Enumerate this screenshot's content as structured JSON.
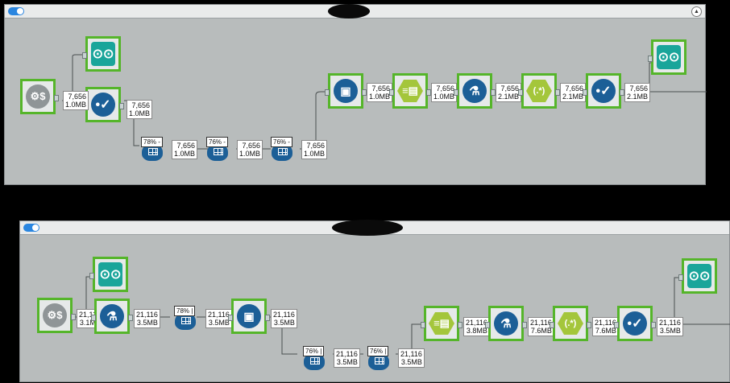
{
  "workflow_top": {
    "badges": [
      {
        "rows": "7,656",
        "size": "1.0MB"
      },
      {
        "rows": "7,656",
        "size": "1.0MB"
      },
      {
        "rows": "7,656",
        "size": "1.0MB"
      },
      {
        "rows": "7,656",
        "size": "1.0MB"
      },
      {
        "rows": "7,656",
        "size": "1.0MB"
      },
      {
        "rows": "7,656",
        "size": "1.0MB"
      },
      {
        "rows": "7,656",
        "size": "1.0MB"
      },
      {
        "rows": "7,656",
        "size": "2.1MB"
      },
      {
        "rows": "7,656",
        "size": "2.1MB"
      },
      {
        "rows": "7,656",
        "size": "2.1MB"
      }
    ],
    "samples": [
      "78% -",
      "76% -",
      "76% -"
    ]
  },
  "workflow_bottom": {
    "badges": [
      {
        "rows": "21,116",
        "size": "3.1MB"
      },
      {
        "rows": "21,116",
        "size": "3.5MB"
      },
      {
        "rows": "21,116",
        "size": "3.5MB"
      },
      {
        "rows": "21,116",
        "size": "3.5MB"
      },
      {
        "rows": "21,116",
        "size": "3.5MB"
      },
      {
        "rows": "21,116",
        "size": "3.5MB"
      },
      {
        "rows": "21,116",
        "size": "3.8MB"
      },
      {
        "rows": "21,116",
        "size": "7.6MB"
      },
      {
        "rows": "21,116",
        "size": "7.6MB"
      },
      {
        "rows": "21,116",
        "size": "3.5MB"
      }
    ],
    "samples": [
      "78% |",
      "76% |",
      "76% |"
    ]
  },
  "icons": {
    "regex": "(.*)",
    "formula": "(.*)"
  },
  "colors": {
    "tool_border": "#55b52a",
    "canvas": "#b8bcbc",
    "tool_blue": "#1c5f97",
    "tool_teal": "#1aa59a",
    "tool_green": "#a4c63b"
  }
}
